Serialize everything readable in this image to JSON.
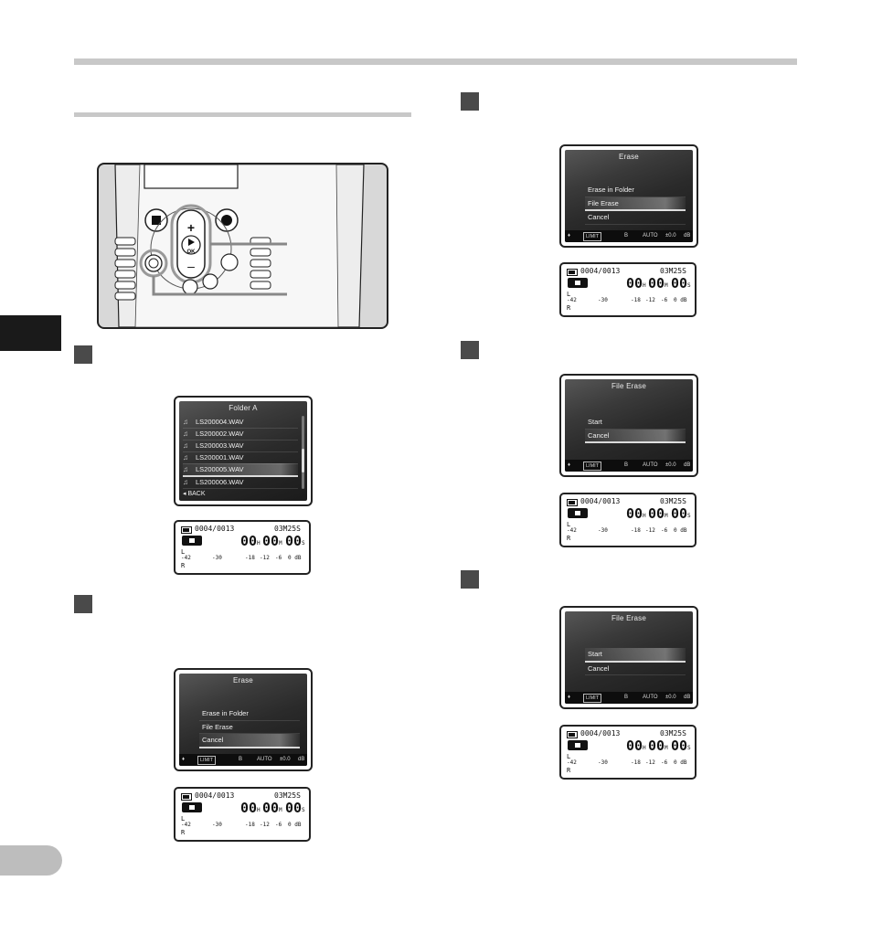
{
  "device": {
    "button_plus": "+",
    "button_minus": "–",
    "button_ok": "OK"
  },
  "screens": {
    "folder_list": {
      "title": "Folder A",
      "files": [
        "LS200004.WAV",
        "LS200002.WAV",
        "LS200003.WAV",
        "LS200001.WAV",
        "LS200005.WAV",
        "LS200006.WAV"
      ],
      "selected_index": 4,
      "back_label": "◂ BACK"
    },
    "erase_menu": {
      "title": "Erase",
      "items": [
        "Erase in Folder",
        "File Erase",
        "Cancel"
      ]
    },
    "file_erase_menu": {
      "title": "File Erase",
      "items": [
        "Start",
        "Cancel"
      ]
    },
    "status_bar": {
      "mic_icon": "mic-icon",
      "limit": "LIMIT",
      "b": "B",
      "auto": "AUTO",
      "level": "±0.0",
      "tail": "dB"
    }
  },
  "sub_display": {
    "counter": "0004/0013",
    "length": "03M25S",
    "hours": "00",
    "h_unit": "H",
    "minutes": "00",
    "m_unit": "M",
    "seconds": "00",
    "s_unit": "S",
    "ch_left": "L",
    "ch_right": "R",
    "scale": [
      "-42",
      "-30",
      "-18",
      "-12",
      "-6",
      "0 dB"
    ]
  },
  "colors": {
    "rule": "#c8c8c8",
    "step_box": "#4a4a4a",
    "side_tab": "#1a1a1a"
  }
}
